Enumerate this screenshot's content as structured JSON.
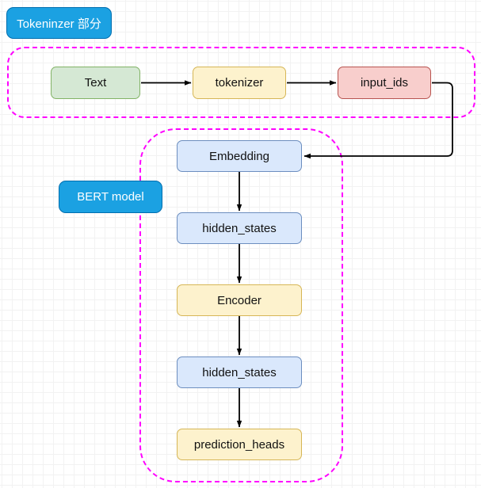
{
  "diagram": {
    "title": "BERT pipeline flowchart",
    "background": {
      "grid": "true",
      "minor_grid_color": "#f2f2f2",
      "major_grid_color": "#dcdcdc"
    },
    "groups": [
      {
        "id": "tokenizer-group",
        "label": "Tokeninzer 部分",
        "border_color": "#ff00ff",
        "border_style": "dashed"
      },
      {
        "id": "bert-group",
        "label": "BERT model",
        "border_color": "#ff00ff",
        "border_style": "dashed"
      }
    ],
    "tags": {
      "tokenizer_tag": "Tokeninzer 部分",
      "bert_tag": "BERT model",
      "tag_fill": "#1ba1e2",
      "tag_text_color": "#ffffff"
    },
    "nodes": {
      "text": {
        "label": "Text",
        "fill": "#d5e8d4",
        "stroke": "#82b366"
      },
      "tokenizer": {
        "label": "tokenizer",
        "fill": "#fdf2cd",
        "stroke": "#d6b656"
      },
      "input_ids": {
        "label": "input_ids",
        "fill": "#f8cecc",
        "stroke": "#b85450"
      },
      "embedding": {
        "label": "Embedding",
        "fill": "#dae8fc",
        "stroke": "#6c8ebf"
      },
      "hidden_states_1": {
        "label": "hidden_states",
        "fill": "#dae8fc",
        "stroke": "#6c8ebf"
      },
      "encoder": {
        "label": "Encoder",
        "fill": "#fdf2cd",
        "stroke": "#d6b656"
      },
      "hidden_states_2": {
        "label": "hidden_states",
        "fill": "#dae8fc",
        "stroke": "#6c8ebf"
      },
      "prediction_heads": {
        "label": "prediction_heads",
        "fill": "#fdf2cd",
        "stroke": "#d6b656"
      }
    },
    "edges": [
      {
        "from": "Text",
        "to": "tokenizer",
        "style": "arrow"
      },
      {
        "from": "tokenizer",
        "to": "input_ids",
        "style": "arrow"
      },
      {
        "from": "input_ids",
        "to": "Embedding",
        "style": "arrow-elbow"
      },
      {
        "from": "Embedding",
        "to": "hidden_states",
        "style": "arrow"
      },
      {
        "from": "hidden_states",
        "to": "Encoder",
        "style": "arrow"
      },
      {
        "from": "Encoder",
        "to": "hidden_states",
        "style": "arrow"
      },
      {
        "from": "hidden_states",
        "to": "prediction_heads",
        "style": "arrow"
      }
    ],
    "edge_color": "#000000"
  }
}
